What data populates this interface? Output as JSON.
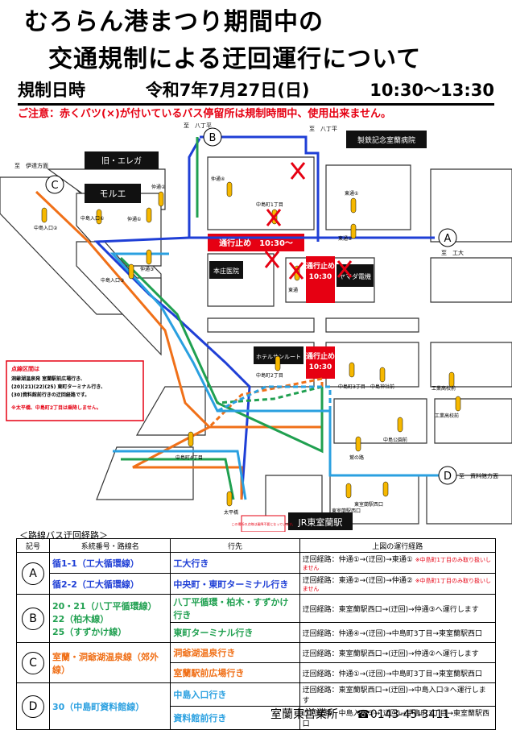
{
  "header": {
    "title_line1": "むろらん港まつり期間中の",
    "title_line2": "交通規制による迂回運行について",
    "date_label": "規制日時",
    "date_value": "令和7年7月27日(日)",
    "time_value": "10:30～13:30",
    "caution": "ご注意：赤くバツ(×)が付いているバス停留所は規制時間中、使用出来ません。"
  },
  "map": {
    "buildings": {
      "elega": "旧・エレガ",
      "morue": "モルエ",
      "memorial_hospital": "製鉄記念室蘭病院",
      "honjo_clinic": "本庄医院",
      "yamada": "ヤマダ電機",
      "hotel": "ホテルサンルート",
      "jr": "JR東室蘭駅"
    },
    "closures": {
      "horizontal": "通行止め　10:30～",
      "vertical_1": "通行止め",
      "vertical_1_time": "10:30",
      "vertical_2": "通行止め",
      "vertical_2_time": "10:30"
    },
    "directions": {
      "hatchodaira_b": "至　八丁平",
      "hatchodaira_c": "至　八丁平",
      "izu": "至　伊達方面",
      "ekoe": "至　工大",
      "shiryokan": "至　資料館方面"
    },
    "stops": {
      "naka1": "中島入口①",
      "naka2": "中島入口②",
      "naka3": "中島入口③",
      "nakadori1": "仲通①",
      "nakadori2": "仲通②",
      "nakadori3": "仲通③",
      "nakadori4": "仲通④",
      "naka1chome": "中島町1丁目",
      "higashidori1": "東通①",
      "higashidori2": "東通②",
      "higashidori": "東通",
      "naka2chome": "中島町2丁目",
      "naka3chome": "中島町3丁目",
      "naka4chome": "中島町4丁目",
      "nakajimajinja": "中島神社前",
      "nakajimapark": "中島公園前",
      "kodaimae": "工業高校前",
      "kodaimae2": "工業高校前",
      "taiheibashi": "太平橋",
      "shiraishi": "東室蘭駅西口",
      "higashinishi": "東室蘭駅西口",
      "hokidai": "鷲の路"
    },
    "legend_box": {
      "heading": "点線区間は",
      "line1": "洞爺湖温泉発 室蘭駅前広場行き、",
      "line2": "(20)(21)(22)(25) 東町ターミナル行き、",
      "line3": "(30)資料館前行きの迂回経路です。",
      "warning": "※太平橋、中島町2丁目は乗降しません。"
    },
    "jr_note": "この場所の点線は乗降不要となっています。",
    "route_labels": {
      "A": "A",
      "B": "B",
      "C": "C",
      "D": "D"
    }
  },
  "table": {
    "caption": "＜路線バス迂回経路＞",
    "headers": [
      "記号",
      "系統番号・路線名",
      "行先",
      "上図の運行経路"
    ],
    "rows": [
      {
        "mark": "A",
        "lines": [
          {
            "route": "循1-1（工大循環線）",
            "dest": "工大行き",
            "path": "迂回経路：仲通①→(迂回)→東通①",
            "note": "※中島町1丁目のみ取り扱いしません"
          },
          {
            "route": "循2-2（工大循環線）",
            "dest": "中央町・東町ターミナル行き",
            "path": "迂回経路：東通②→(迂回)→仲通②",
            "note": "※中島町1丁目のみ取り扱いしません"
          }
        ]
      },
      {
        "mark": "B",
        "route_lines": [
          "20・21（八丁平循環線）",
          "22（柏木線）",
          "25（すずかけ線）"
        ],
        "lines": [
          {
            "dest": "八丁平循環・柏木・すずかけ行き",
            "path": "迂回経路：東室蘭駅西口→(迂回)→仲通③へ運行します"
          },
          {
            "dest": "東町ターミナル行き",
            "path": "迂回経路：仲通④→(迂回)→中島町3丁目→東室蘭駅西口"
          }
        ]
      },
      {
        "mark": "C",
        "route": "室蘭・洞爺湖温泉線（郊外線）",
        "lines": [
          {
            "dest": "洞爺湖温泉行き",
            "path": "迂回経路：東室蘭駅西口→(迂回)→仲通②へ運行します"
          },
          {
            "dest": "室蘭駅前広場行き",
            "path": "迂回経路：仲通①→(迂回)→中島町3丁目→東室蘭駅西口"
          }
        ]
      },
      {
        "mark": "D",
        "route": "30（中島町資料館線）",
        "lines": [
          {
            "dest": "中島入口行き",
            "path": "迂回経路：東室蘭駅西口→(迂回)→中島入口③へ運行します"
          },
          {
            "dest": "資料館前行き",
            "path": "迂回経路：中島入口③→(迂回)→中島町3丁目→東室蘭駅西口"
          }
        ]
      }
    ]
  },
  "footer": {
    "office": "室蘭東営業所",
    "phone": "☎0143-45-3411"
  },
  "colors": {
    "blue": "#1f3fd6",
    "green": "#20a050",
    "orange": "#f07018",
    "sky": "#2aa0e0",
    "red": "#e60012",
    "building": "#111111"
  }
}
